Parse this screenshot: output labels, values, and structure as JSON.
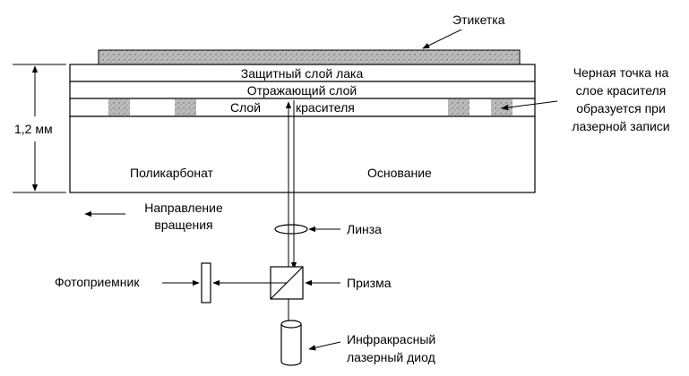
{
  "labels": {
    "label_tag": "Этикетка",
    "protective_layer": "Защитный слой лака",
    "reflective_layer": "Отражающий слой",
    "dye_layer_left": "Слой",
    "dye_layer_right": "красителя",
    "thickness": "1,2 мм",
    "polycarbonate": "Поликарбонат",
    "base": "Основание",
    "black_dot_line1": "Черная точка на",
    "black_dot_line2": "слое красителя",
    "black_dot_line3": "образуется при",
    "black_dot_line4": "лазерной записи",
    "rotation_line1": "Направление",
    "rotation_line2": "вращения",
    "lens": "Линза",
    "photodetector": "Фотоприемник",
    "prism": "Призма",
    "diode_line1": "Инфракрасный",
    "diode_line2": "лазерный диод"
  },
  "colors": {
    "ink": "#000000",
    "speckle_fill": "#b8b8b8",
    "background": "#ffffff"
  }
}
